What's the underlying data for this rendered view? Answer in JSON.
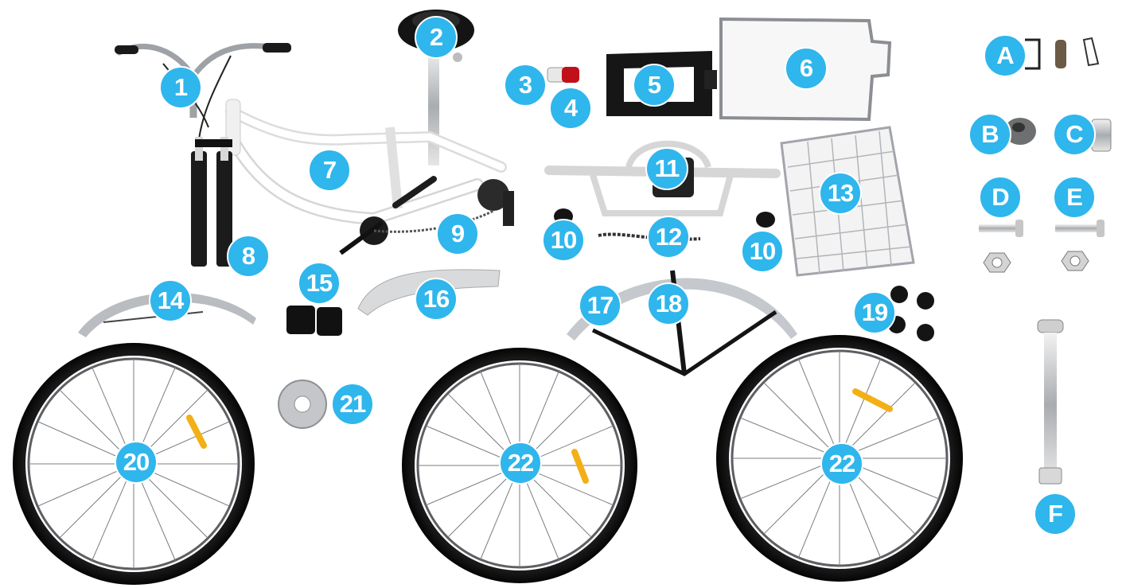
{
  "diagram": {
    "kind": "tricycle parts diagram",
    "accent_color": "#2fb6ec",
    "label_text_color": "#ffffff",
    "callouts": {
      "c1": "1",
      "c2": "2",
      "c3": "3",
      "c4": "4",
      "c5": "5",
      "c6": "6",
      "c7": "7",
      "c8": "8",
      "c9": "9",
      "c10a": "10",
      "c10b": "10",
      "c11": "11",
      "c12": "12",
      "c13": "13",
      "c14": "14",
      "c15": "15",
      "c16": "16",
      "c17": "17",
      "c18": "18",
      "c19": "19",
      "c20": "20",
      "c21": "21",
      "c22a": "22",
      "c22b": "22",
      "cA": "A",
      "cB": "B",
      "cC": "C",
      "cD": "D",
      "cE": "E",
      "cF": "F"
    }
  }
}
